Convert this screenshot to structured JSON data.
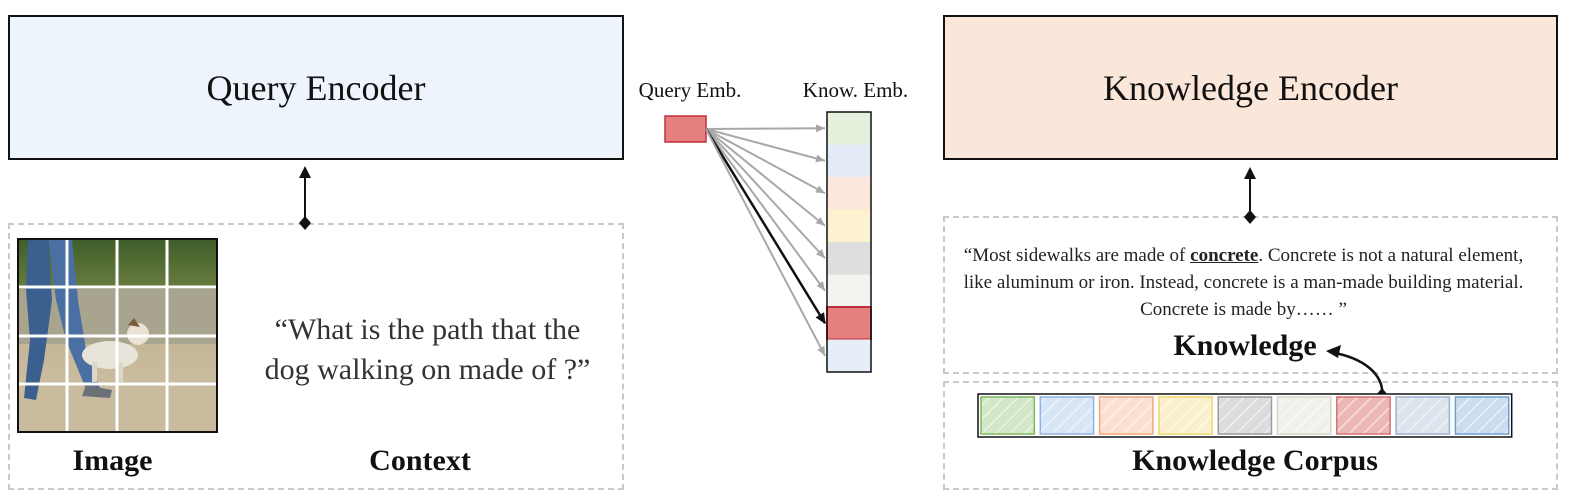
{
  "query_side": {
    "encoder_label": "Query Encoder",
    "encoder_color": "#eef4fc",
    "image_label": "Image",
    "context_label": "Context",
    "question_line1": "“What is the path that the",
    "question_line2": "dog walking on made of ?”"
  },
  "middle": {
    "query_emb_label": "Query Emb.",
    "know_emb_label": "Know. Emb.",
    "query_emb_color": "#e48080",
    "cells": [
      {
        "color": "#e6f1dd"
      },
      {
        "color": "#e3ebf7"
      },
      {
        "color": "#fde6dc"
      },
      {
        "color": "#fdf2cf"
      },
      {
        "color": "#dedede"
      },
      {
        "color": "#f3f3ef"
      },
      {
        "color": "#e48080",
        "highlighted": true
      },
      {
        "color": "#e6eef9"
      }
    ]
  },
  "knowledge_side": {
    "encoder_label": "Knowledge Encoder",
    "encoder_color": "#fbe6da",
    "passage_before": "“Most sidewalks are made of ",
    "passage_keyword": "concrete",
    "passage_after": ". Concrete is not a natural element, like aluminum or iron. Instead, concrete is a man-made building material. Concrete is made by…… ”",
    "knowledge_label": "Knowledge",
    "corpus_label": "Knowledge Corpus",
    "corpus_cells": [
      {
        "color": "#7fb860"
      },
      {
        "color": "#8fb4e0"
      },
      {
        "color": "#f3a57c"
      },
      {
        "color": "#f2d56a"
      },
      {
        "color": "#9a9a9a"
      },
      {
        "color": "#d5d5c8"
      },
      {
        "color": "#d97070",
        "highlighted": true
      },
      {
        "color": "#9cb3cf"
      },
      {
        "color": "#6d9fd1"
      }
    ]
  }
}
